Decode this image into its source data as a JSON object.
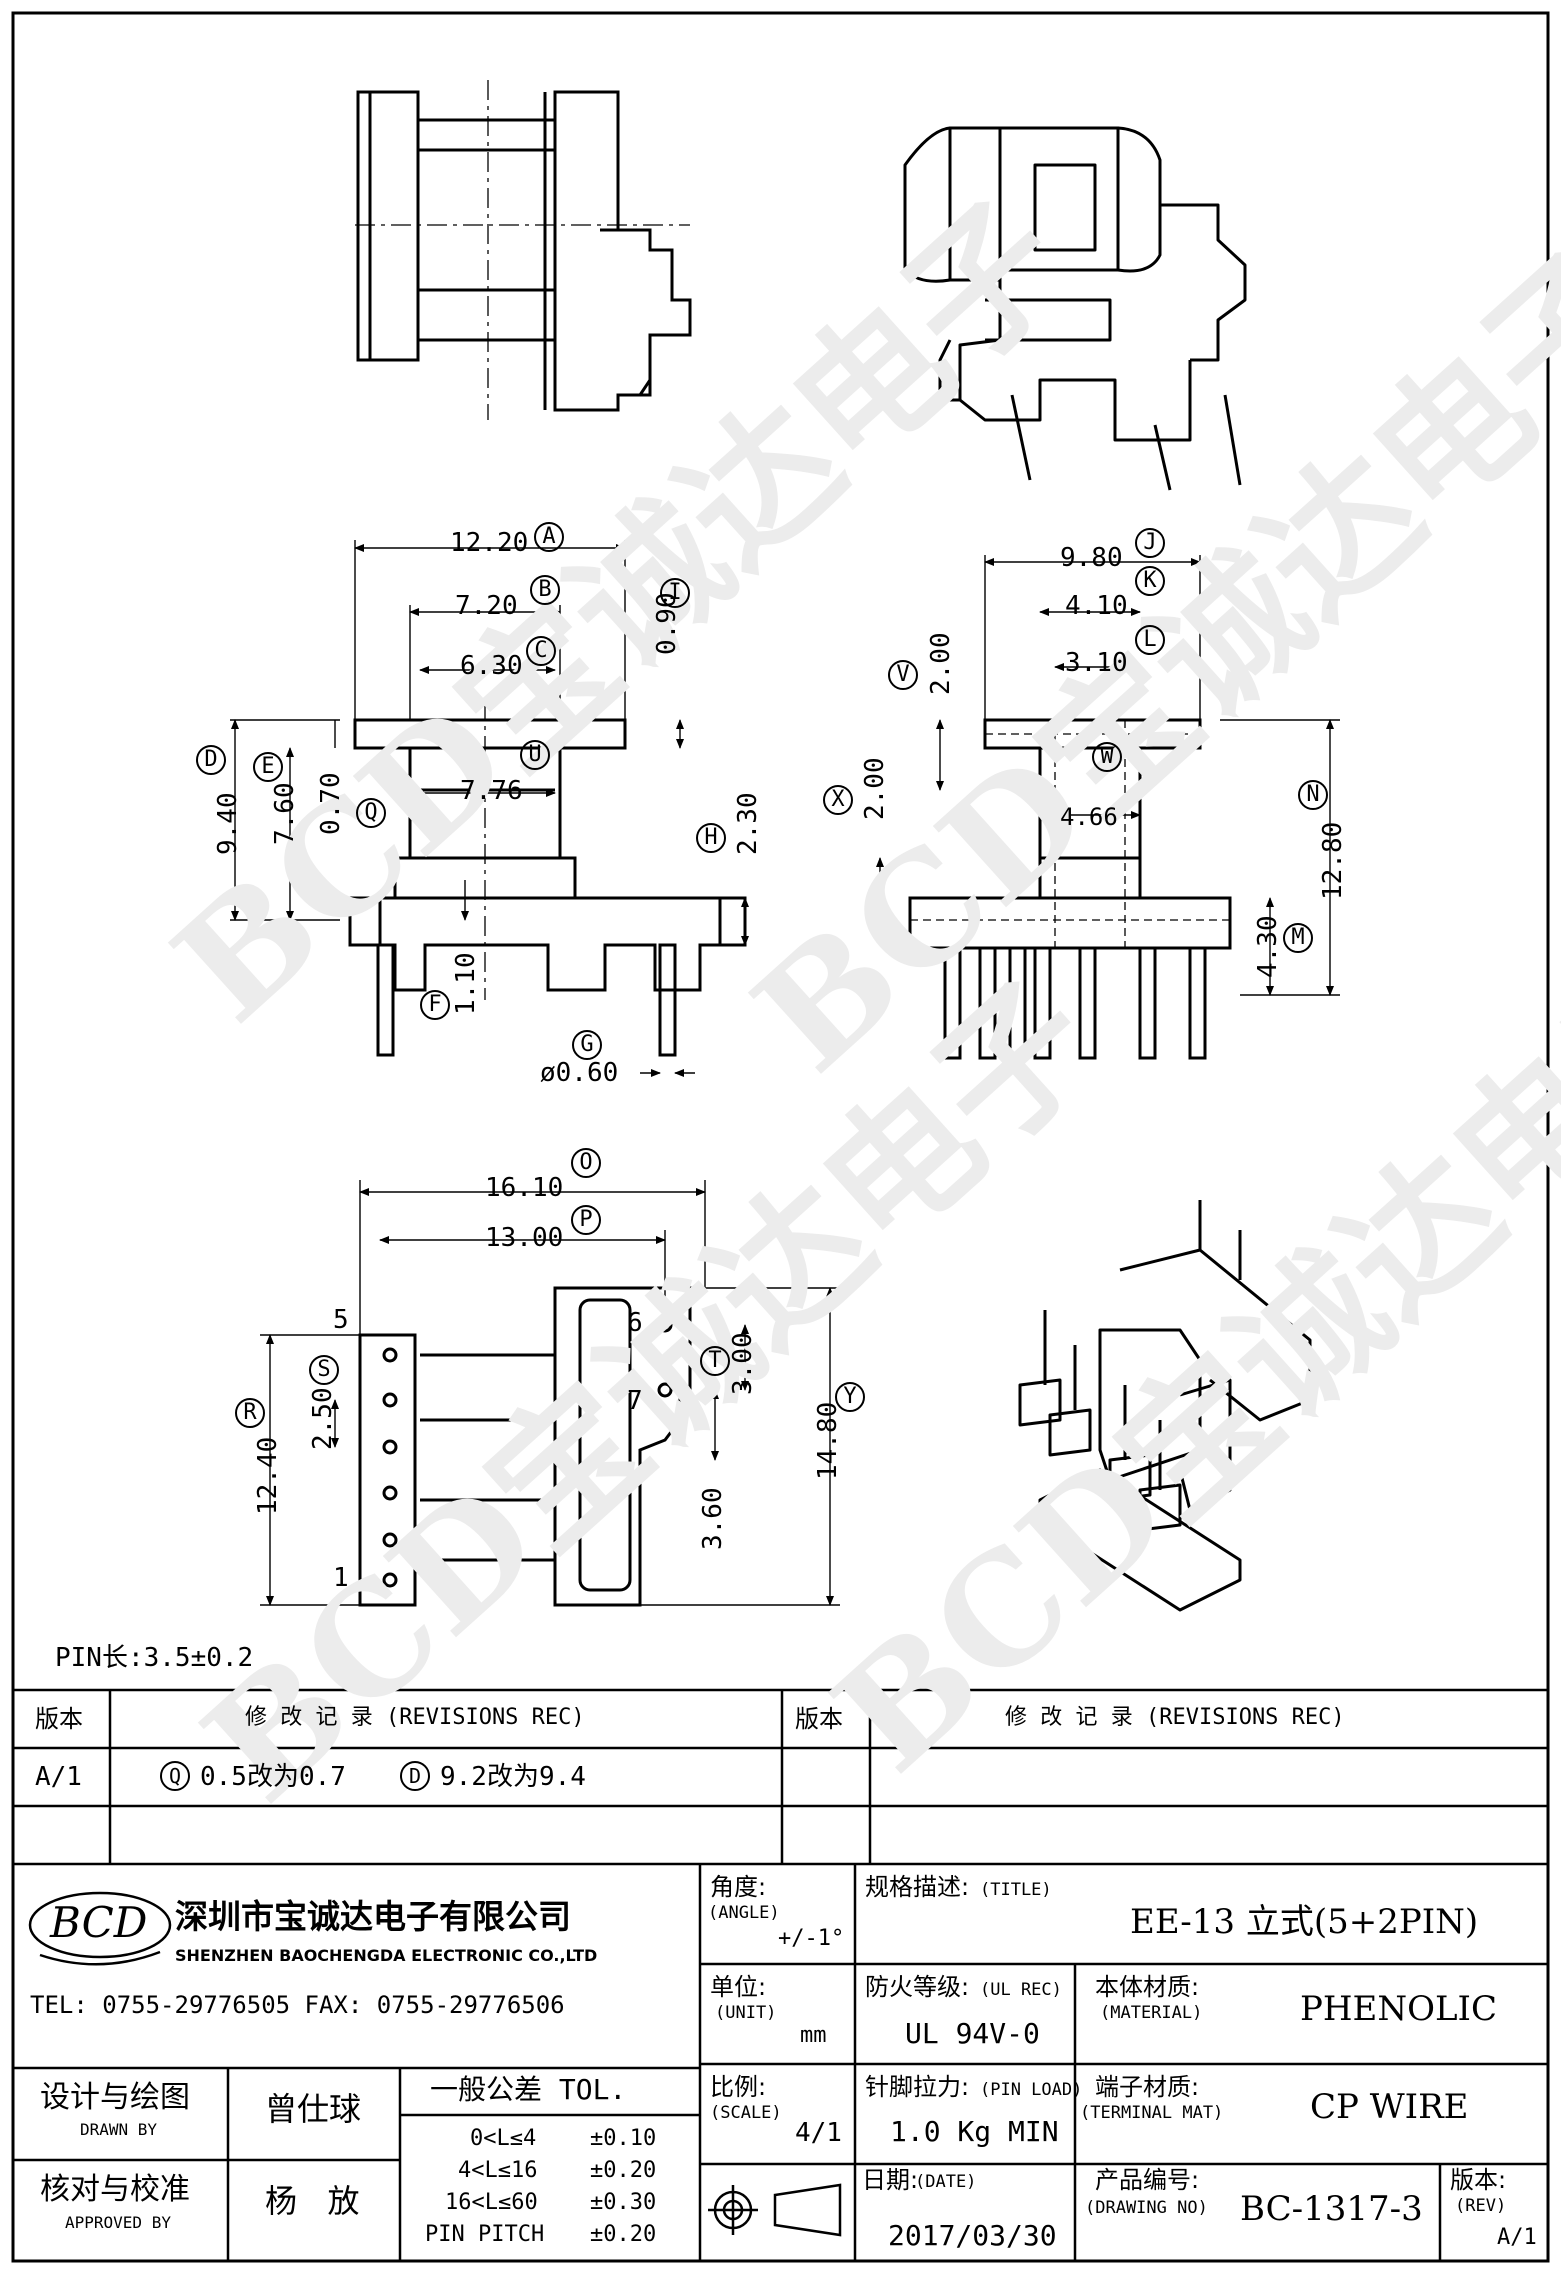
{
  "watermark_text": "BCD宝诚达电子",
  "drawing": {
    "top_view": {
      "dims": {
        "A": "12.20",
        "B": "7.20",
        "C": "6.30",
        "D": "9.40",
        "E": "7.60",
        "Q": "0.70",
        "U": "7.76",
        "I": "0.90",
        "H": "2.30",
        "F": "1.10",
        "G": "ø0.60"
      },
      "letters": [
        "A",
        "B",
        "C",
        "D",
        "E",
        "Q",
        "U",
        "I",
        "H",
        "F",
        "G"
      ]
    },
    "side_view": {
      "dims": {
        "J": "9.80",
        "K": "4.10",
        "L": "3.10",
        "V": "2.00",
        "X": "2.00",
        "W": "4.66",
        "N": "12.80",
        "M": "4.30"
      },
      "letters": [
        "J",
        "K",
        "L",
        "V",
        "X",
        "W",
        "N",
        "M"
      ]
    },
    "bottom_view": {
      "dims": {
        "O": "16.10",
        "P": "13.00",
        "S": "2.50",
        "T": "12.40",
        "R": "3.00",
        "Y": "14.80",
        "d360": "3.60"
      },
      "pin_numbers": [
        "5",
        "6",
        "7",
        "1"
      ],
      "letters": [
        "O",
        "P",
        "S",
        "T",
        "R",
        "Y"
      ]
    },
    "pin_note": "PIN长:3.5±0.2"
  },
  "revision": {
    "col_ver": "版本",
    "col_rec": "修  改  记  录  (REVISIONS REC)",
    "col_ver2": "版本",
    "col_rec2": "修  改  记  录  (REVISIONS REC)",
    "row1_ver": "A/1",
    "row1_q_circle": "Q",
    "row1_q_text": "0.5改为0.7",
    "row1_d_circle": "D",
    "row1_d_text": "9.2改为9.4"
  },
  "company": {
    "logo": "BCD",
    "name_cn": "深圳市宝诚达电子有限公司",
    "name_en": "SHENZHEN BAOCHENGDA ELECTRONIC CO.,LTD",
    "tel_fax": "TEL: 0755-29776505  FAX: 0755-29776506"
  },
  "title_block": {
    "angle_label": "角度:",
    "angle_sub": "(ANGLE)",
    "angle_value": "+/-1°",
    "title_label": "规格描述:",
    "title_sub": "(TITLE)",
    "title_value": "EE-13 立式(5+2PIN)",
    "unit_label": "单位:",
    "unit_sub": "(UNIT)",
    "unit_value": "mm",
    "ul_label": "防火等级:",
    "ul_sub": "(UL REC)",
    "ul_value": "UL 94V-0",
    "material_label": "本体材质:",
    "material_sub": "(MATERIAL)",
    "material_value": "PHENOLIC",
    "scale_label": "比例:",
    "scale_sub": "(SCALE)",
    "scale_value": "4/1",
    "pinload_label": "针脚拉力:",
    "pinload_sub": "(PIN LOAD)",
    "pinload_value": "1.0 Kg MIN",
    "terminal_label": "端子材质:",
    "terminal_sub": "(TERMINAL MAT)",
    "terminal_value": "CP WIRE",
    "date_label": "日期:",
    "date_sub": "(DATE)",
    "date_value": "2017/03/30",
    "drawno_label": "产品编号:",
    "drawno_sub": "(DRAWING NO)",
    "drawno_value": "BC-1317-3",
    "rev_label": "版本:",
    "rev_sub": "(REV)",
    "rev_value": "A/1",
    "design_label": "设计与绘图",
    "design_sub": "DRAWN BY",
    "design_value": "曾仕球",
    "approve_label": "核对与校准",
    "approve_sub": "APPROVED BY",
    "approve_value": "杨   放",
    "tol_title": "一般公差 TOL.",
    "tol_rows": [
      {
        "range": "0<L≤4",
        "tol": "±0.10"
      },
      {
        "range": "4<L≤16",
        "tol": "±0.20"
      },
      {
        "range": "16<L≤60",
        "tol": "±0.30"
      },
      {
        "range": "PIN PITCH",
        "tol": "±0.20"
      }
    ]
  }
}
